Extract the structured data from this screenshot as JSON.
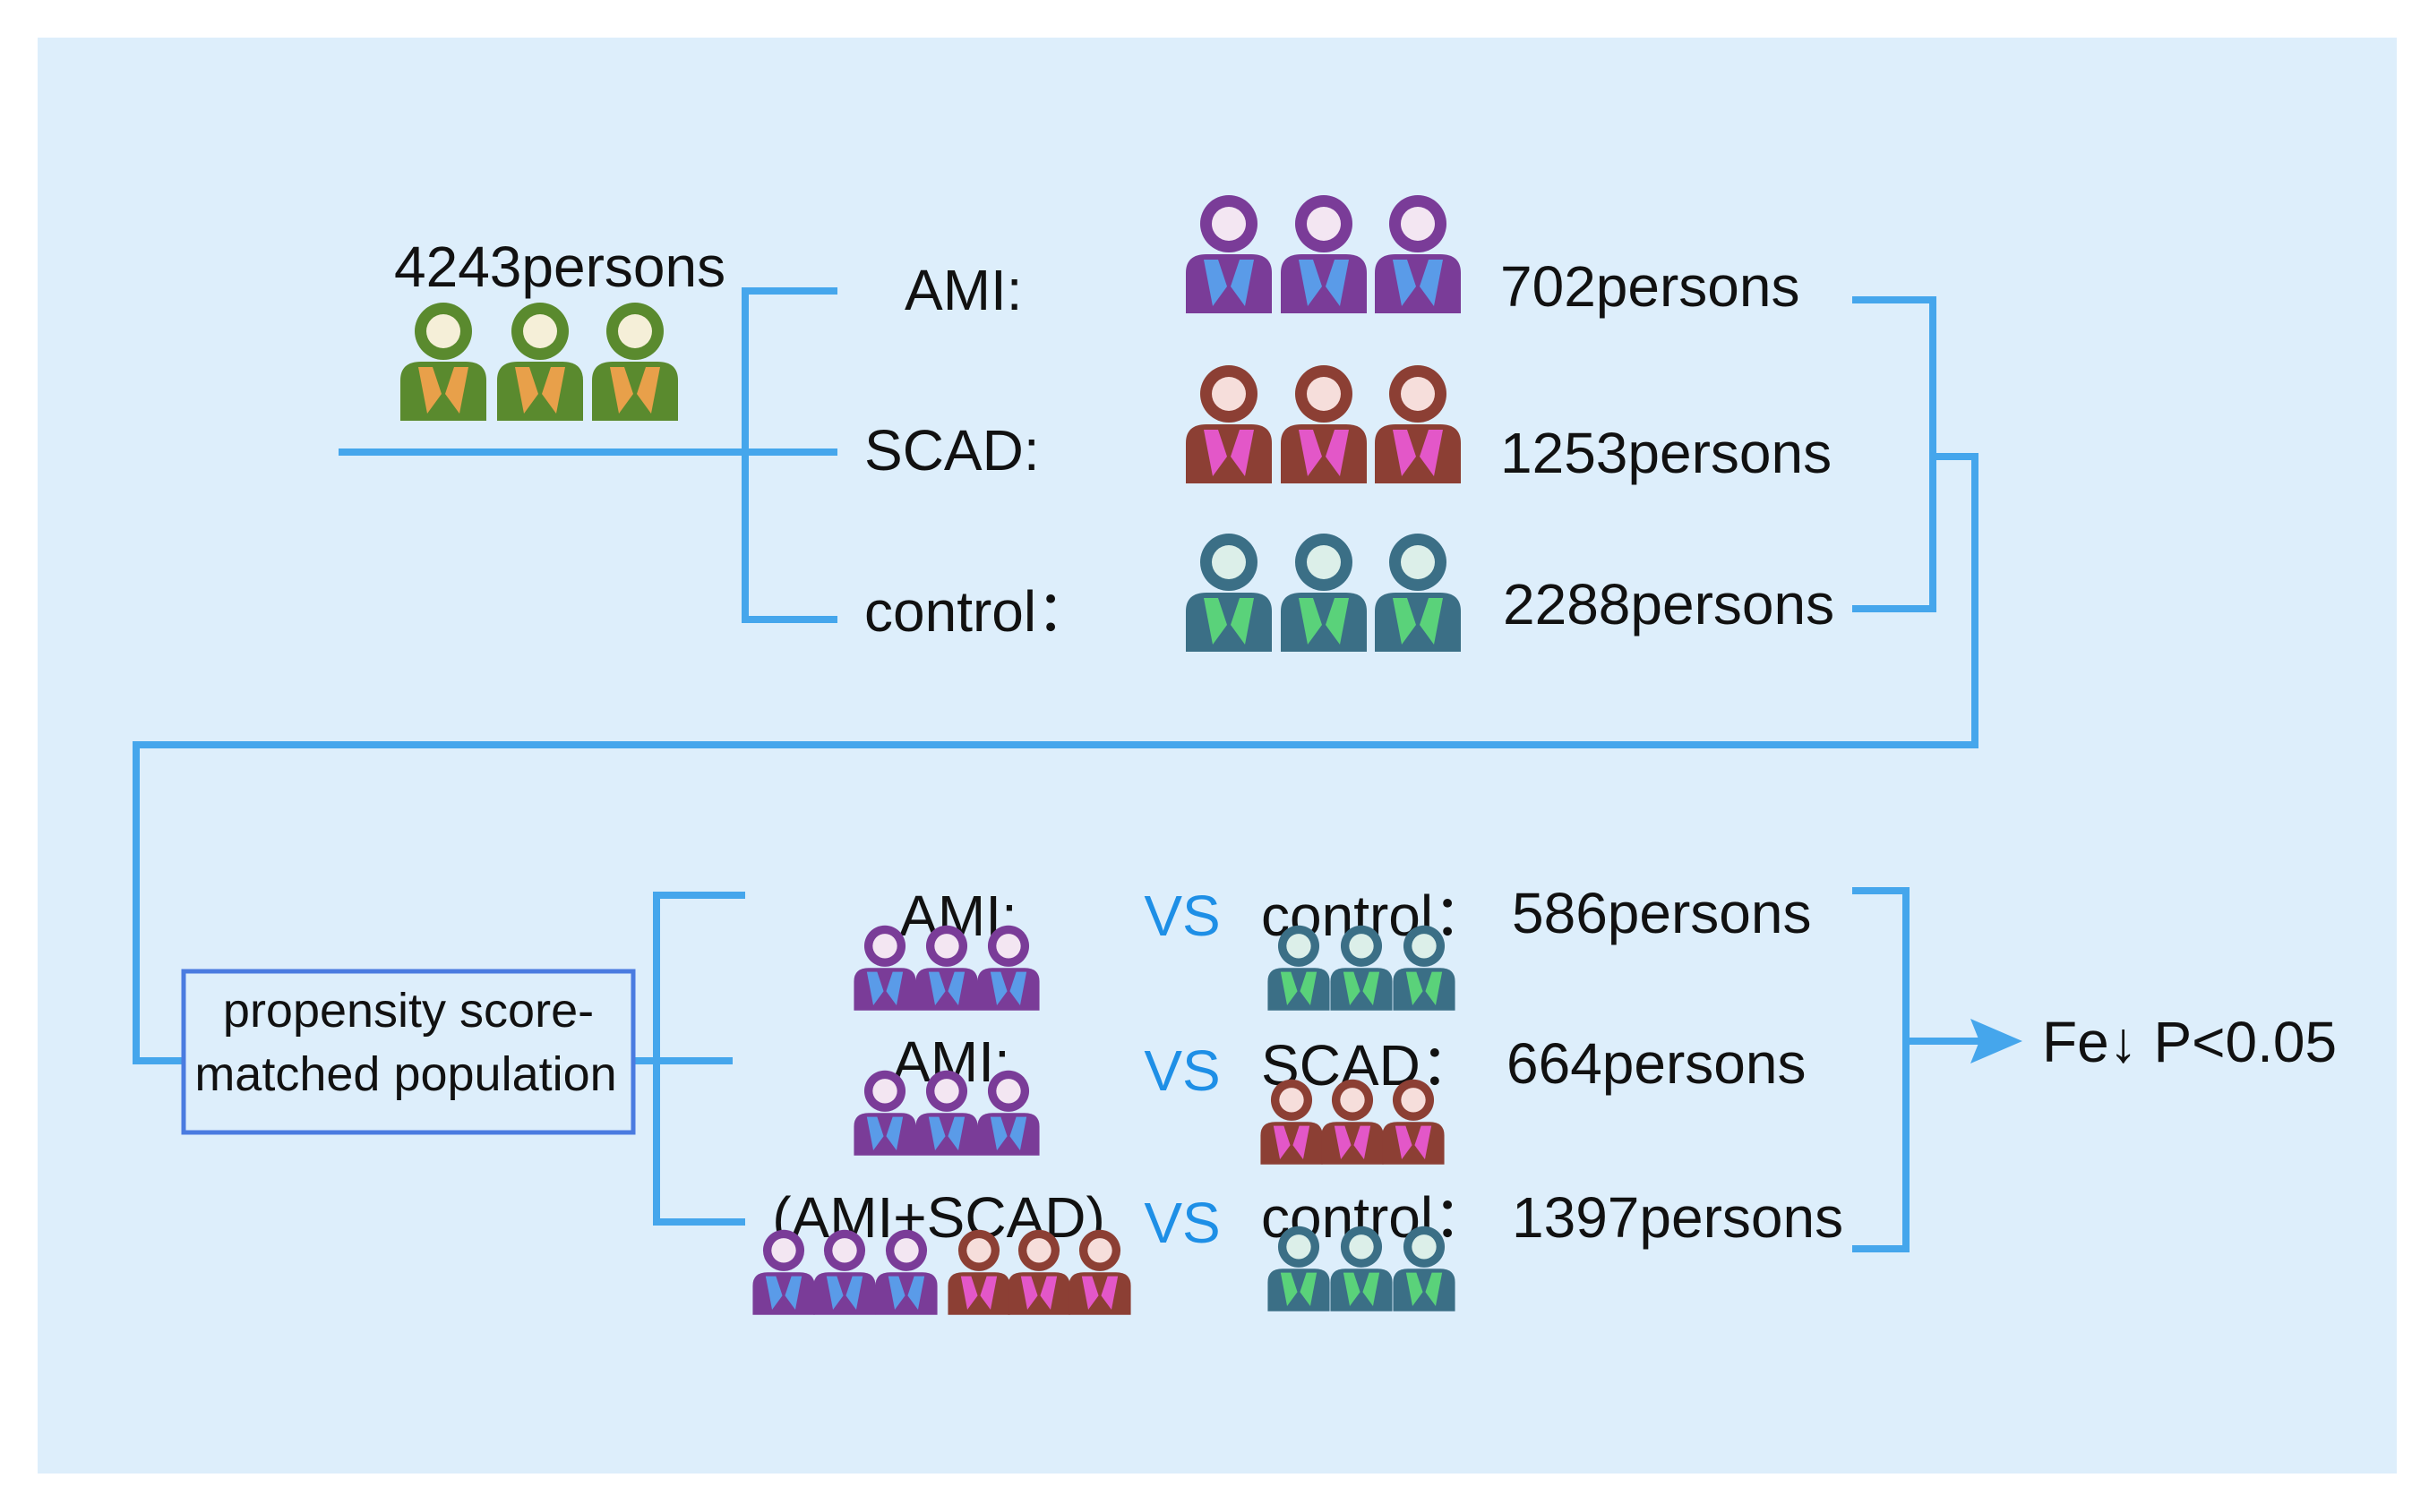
{
  "colors": {
    "background": "#ddeefb",
    "connector": "#45a6ec",
    "vs_text": "#1e8fe6",
    "box_border": "#4a7be0",
    "people": {
      "total": {
        "body": "#5a8a2e",
        "head": "#f5efd8",
        "tie": "#e8a04a"
      },
      "ami": {
        "body": "#7a3c98",
        "head": "#f3e6f2",
        "tie": "#5a9be8"
      },
      "scad": {
        "body": "#8c3f34",
        "head": "#f6dedb",
        "tie": "#e357c8"
      },
      "control": {
        "body": "#3b6f86",
        "head": "#dcefe9",
        "tie": "#5ad27a"
      }
    }
  },
  "total": {
    "label": "4243persons",
    "icon": "person-group-icon"
  },
  "groups": [
    {
      "name": "AMI:",
      "count": "702persons"
    },
    {
      "name": "SCAD:",
      "count": "1253persons"
    },
    {
      "name": "control：",
      "count": "2288persons"
    }
  ],
  "matched": {
    "box_line1": "propensity score-",
    "box_line2": "matched population"
  },
  "comparisons": [
    {
      "left": "AMI:",
      "vs": "VS",
      "right": "control：",
      "count": "586persons"
    },
    {
      "left": "AMI:",
      "vs": "VS",
      "right": "SCAD：",
      "count": "664persons"
    },
    {
      "left": "(AMI+SCAD)",
      "vs": "VS",
      "right": "control：",
      "count": "1397persons"
    }
  ],
  "result": "Fe↓ P<0.05"
}
